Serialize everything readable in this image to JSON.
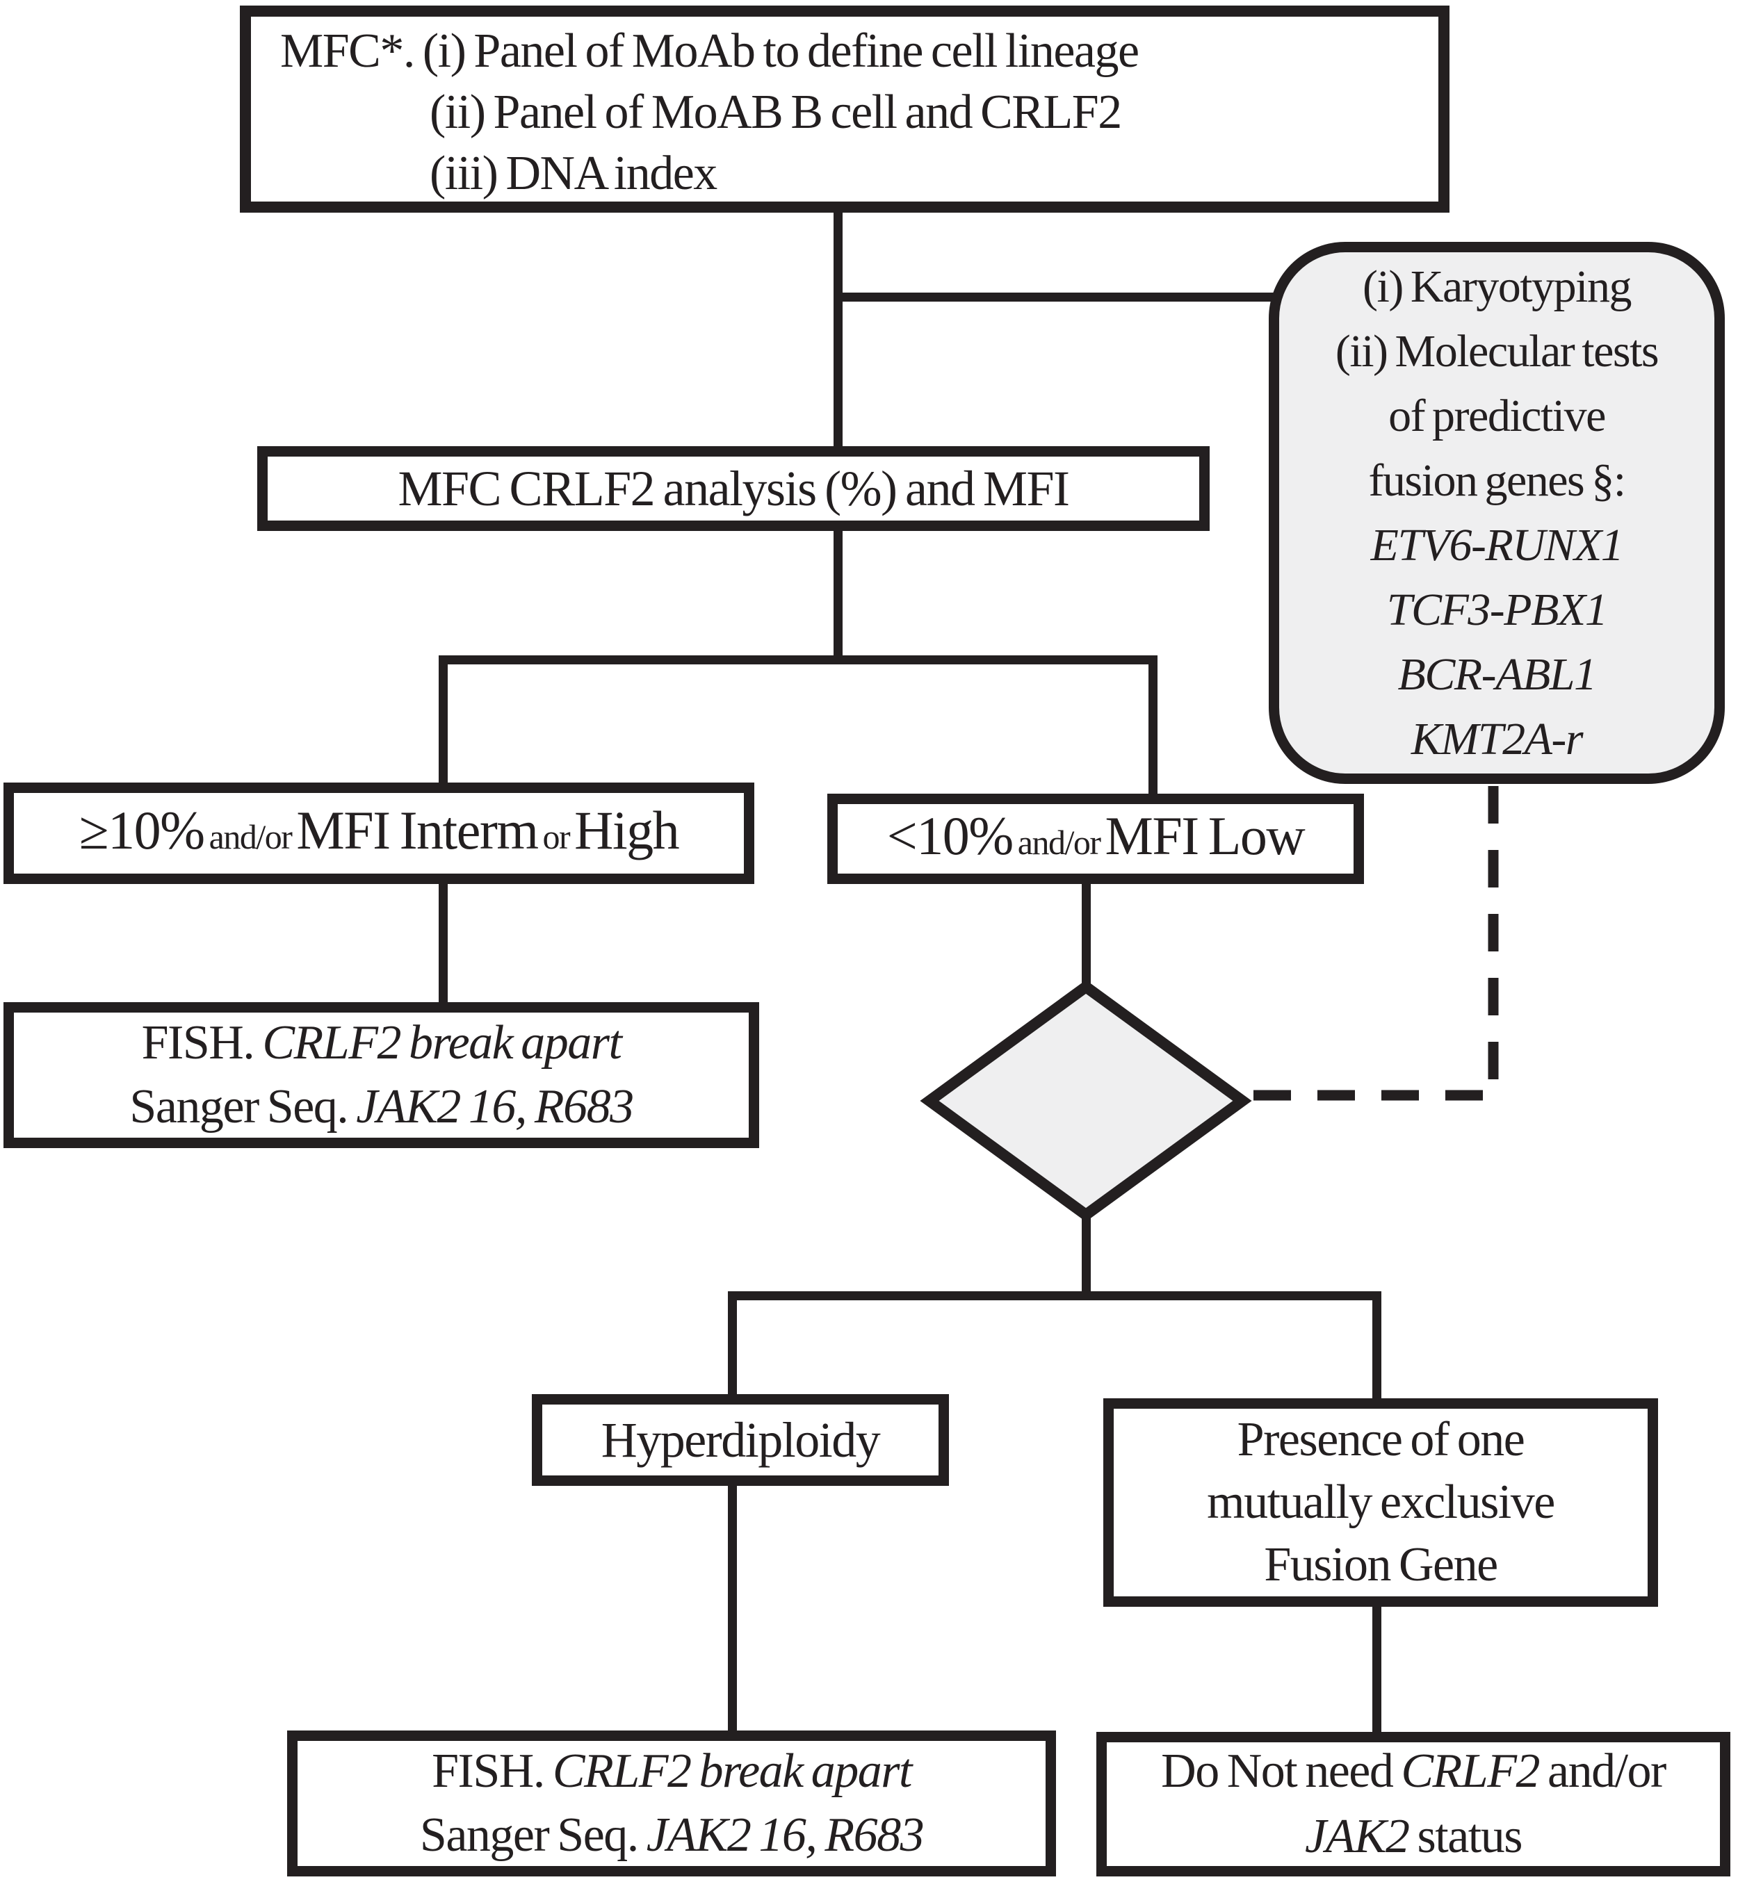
{
  "colors": {
    "ink": "#231f20",
    "shaded_fill": "#efeff0",
    "node_fill": "#ffffff",
    "background": "#ffffff"
  },
  "nodes": {
    "mfc_panel": {
      "line1": "MFC*. (i) Panel of MoAb to define cell lineage",
      "line2": "(ii) Panel of MoAB B cell and CRLF2",
      "line3": "(iii) DNA index"
    },
    "karyotyping_tests": {
      "line1": "(i) Karyotyping",
      "line2": "(ii) Molecular tests",
      "line3": "of predictive",
      "line4": "fusion genes §:",
      "gene1": "ETV6-RUNX1",
      "gene2": "TCF3-PBX1",
      "gene3": "BCR-ABL1",
      "gene4": "KMT2A-r"
    },
    "mfc_crlf2_analysis": {
      "text": "MFC CRLF2 analysis (%) and MFI"
    },
    "crlf2_high": {
      "value": "≥10%",
      "conj1": " and/or ",
      "mfi": "MFI Interm",
      "conj2": " or ",
      "level": "High"
    },
    "crlf2_low": {
      "value": "<10%",
      "conj1": " and/or ",
      "mfi": "MFI Low"
    },
    "fish_upper": {
      "line1_roman": "FISH. ",
      "line1_italic": "CRLF2 break apart",
      "line2_roman": "Sanger Seq. ",
      "line2_italic": "JAK2 16, R683"
    },
    "hyperdiploidy": {
      "text": "Hyperdiploidy"
    },
    "fusion_gene_presence": {
      "line1": "Presence of one",
      "line2": "mutually exclusive",
      "line3": "Fusion Gene"
    },
    "fish_lower": {
      "line1_roman": "FISH. ",
      "line1_italic": "CRLF2 break apart",
      "line2_roman": "Sanger Seq. ",
      "line2_italic": "JAK2 16, R683"
    },
    "no_crlf2_jak2_needed": {
      "line1_roman": "Do Not need ",
      "line1_italic": "CRLF2",
      "line1_roman2": " and/or",
      "line2_italic": "JAK2",
      "line2_roman": " status"
    }
  }
}
